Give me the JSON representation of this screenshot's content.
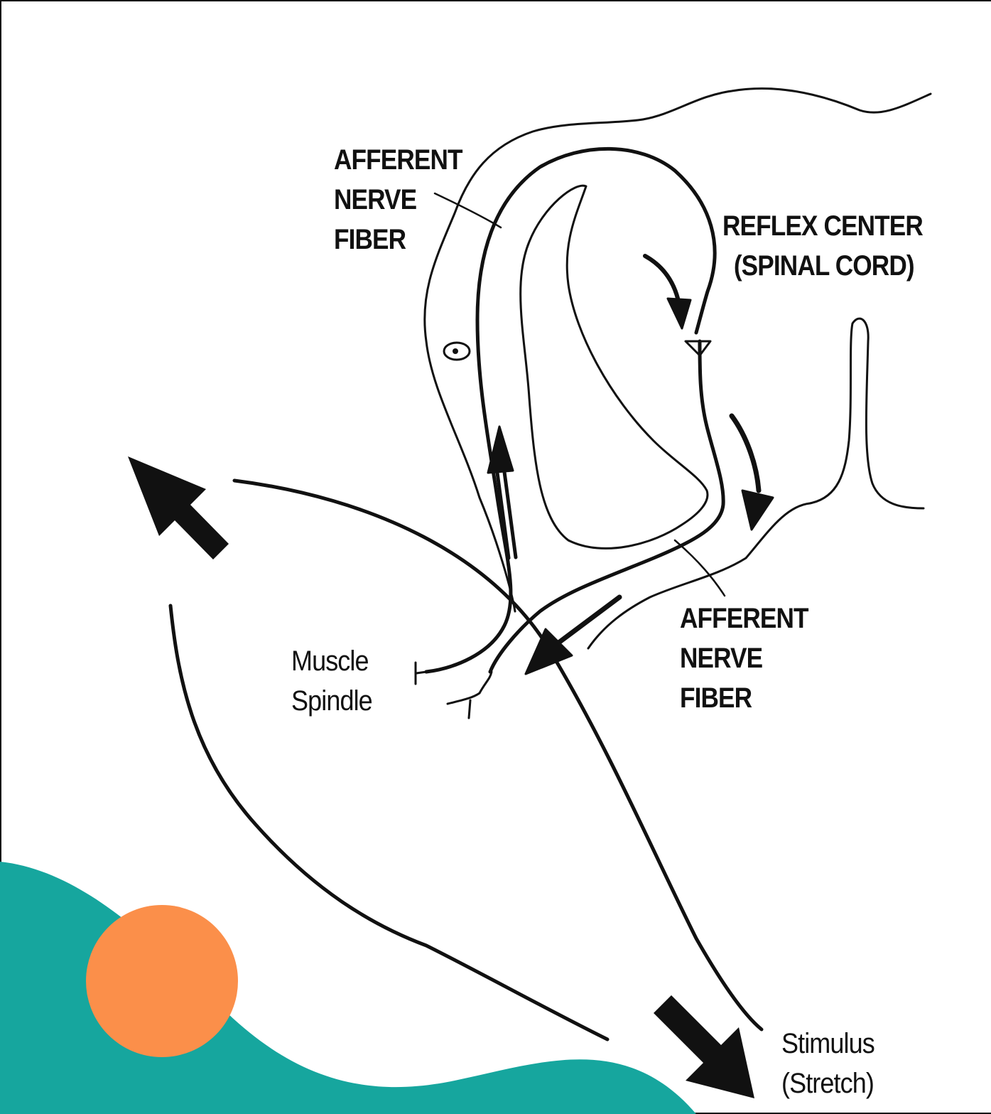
{
  "labels": {
    "afferent_top": [
      "AFFERENT",
      "NERVE",
      "FIBER"
    ],
    "reflex_center": [
      "REFLEX CENTER",
      "(SPINAL CORD)"
    ],
    "afferent_bottom": [
      "AFFERENT",
      "NERVE",
      "FIBER"
    ],
    "muscle_spindle": [
      "Muscle",
      "Spindle"
    ],
    "stimulus": [
      "Stimulus",
      "(Stretch)"
    ]
  },
  "colors": {
    "ink": "#111111",
    "teal_wave": "#16a69e",
    "orange_circle": "#fb8f4a"
  }
}
